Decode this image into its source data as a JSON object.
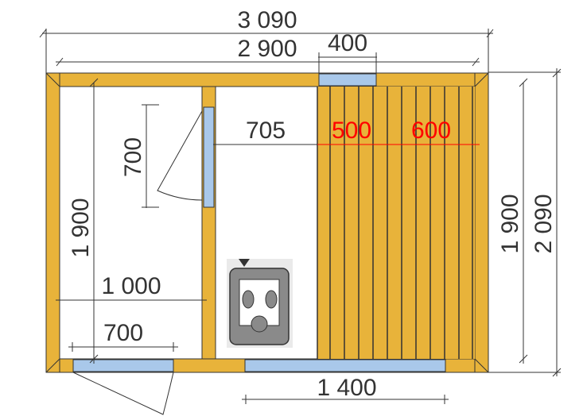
{
  "dimensions": {
    "total_width": "3 090",
    "inner_width": "2 900",
    "window_width": "400",
    "left_room_width": "1 000",
    "door_width": "700",
    "door_height": "700",
    "left_height": "1 900",
    "stove_gap": "705",
    "bench_top": "500",
    "bench_bottom": "600",
    "inner_height": "1 900",
    "total_height": "2 090",
    "bottom_window": "1 400"
  },
  "colors": {
    "wood": "#e8b33a",
    "window": "#a9c8ea",
    "line": "#333333",
    "red": "#ff0000",
    "stove": "#8a8a8a"
  }
}
